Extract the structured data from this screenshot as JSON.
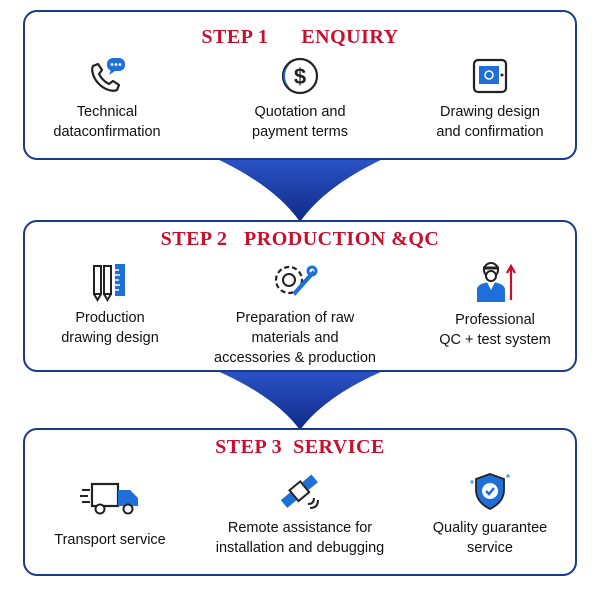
{
  "steps": [
    {
      "title": "STEP 1      ENQUIRY",
      "items": [
        {
          "icon": "phone-chat-icon",
          "label_l1": "Technical",
          "label_l2": "dataconfirmation"
        },
        {
          "icon": "dollar-coin-icon",
          "label_l1": "Quotation and",
          "label_l2": "payment terms"
        },
        {
          "icon": "tablet-design-icon",
          "label_l1": "Drawing design",
          "label_l2": "and confirmation"
        }
      ]
    },
    {
      "title": "STEP 2   PRODUCTION &QC",
      "items": [
        {
          "icon": "drawing-tools-icon",
          "label_l1": "Production",
          "label_l2": "drawing design"
        },
        {
          "icon": "gear-wrench-icon",
          "label_l1": "Preparation of raw",
          "label_l2": "materials and",
          "label_l3": "accessories & production"
        },
        {
          "icon": "engineer-icon",
          "label_l1": "Professional",
          "label_l2": "QC + test system"
        }
      ]
    },
    {
      "title": "STEP 3  SERVICE",
      "items": [
        {
          "icon": "delivery-truck-icon",
          "label_l1": "Transport service"
        },
        {
          "icon": "satellite-icon",
          "label_l1": "Remote assistance for",
          "label_l2": "installation and debugging"
        },
        {
          "icon": "shield-check-icon",
          "label_l1": "Quality guarantee",
          "label_l2": "service"
        }
      ]
    }
  ],
  "colors": {
    "title": "#c8102e",
    "border": "#1a3a8a",
    "arrow": "#1a3aa0",
    "icon": "#1e6fd9"
  }
}
